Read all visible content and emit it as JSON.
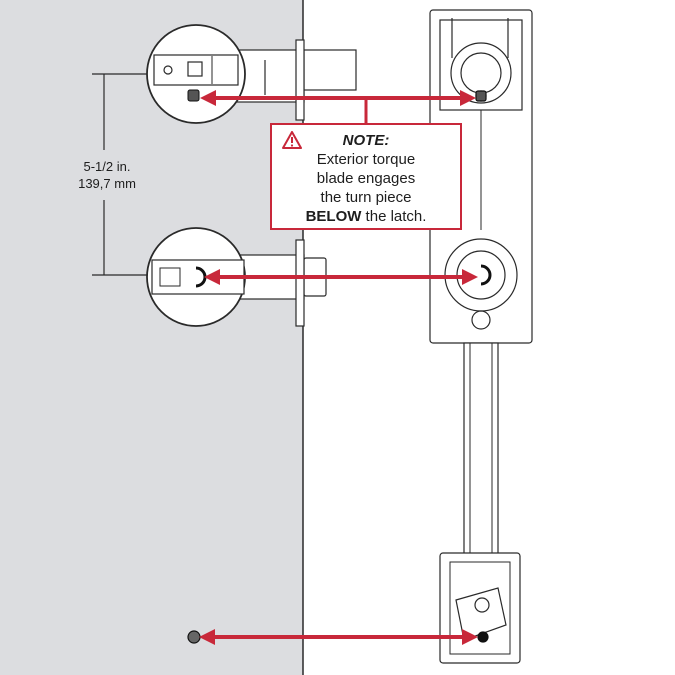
{
  "dimension": {
    "imperial": "5-1/2 in.",
    "metric": "139,7 mm"
  },
  "note": {
    "title": "NOTE:",
    "line1": "Exterior torque",
    "line2": "blade engages",
    "line3": "the turn piece",
    "line4_bold": "BELOW",
    "line4_rest": " the latch."
  },
  "colors": {
    "accent": "#c8283a",
    "door_edge": "#dcdde0",
    "background": "#ffffff",
    "line": "#2a2a2a"
  },
  "icons": [
    "warning-icon",
    "latch-detail-icon",
    "deadbolt-detail-icon",
    "handle-trim-icon"
  ]
}
